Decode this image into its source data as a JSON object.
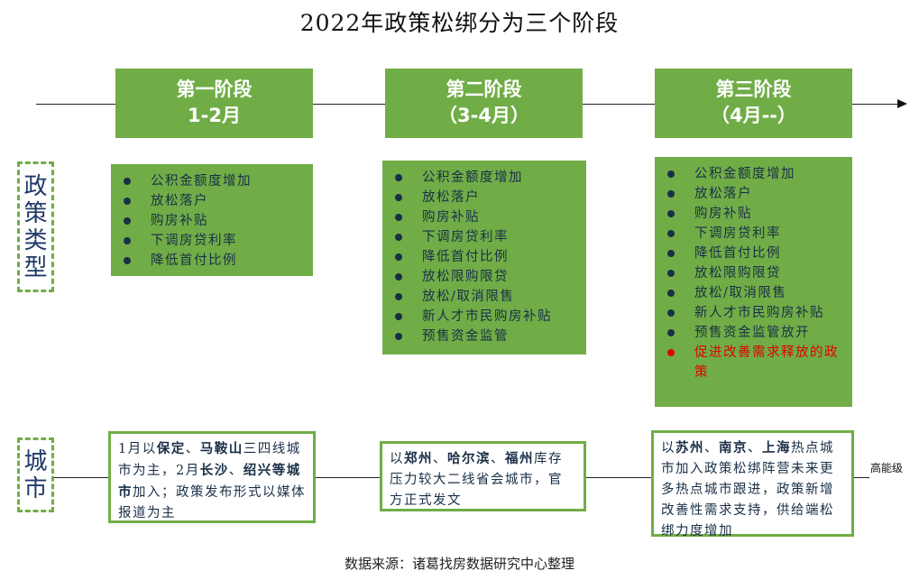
{
  "title": "2022年政策松绑分为三个阶段",
  "stages": [
    {
      "line1": "第一阶段",
      "line2": "1-2月"
    },
    {
      "line1": "第二阶段",
      "line2": "（3-4月）"
    },
    {
      "line1": "第三阶段",
      "line2": "（4月--）"
    }
  ],
  "row_labels": {
    "policy": [
      "政",
      "策",
      "类",
      "型"
    ],
    "city": [
      "城",
      "市"
    ]
  },
  "policies": [
    {
      "items": [
        "公积金额度增加",
        "放松落户",
        "购房补贴",
        "下调房贷利率",
        "降低首付比例"
      ]
    },
    {
      "items": [
        "公积金额度增加",
        "放松落户",
        "购房补贴",
        "下调房贷利率",
        "降低首付比例",
        "放松限购限贷",
        "放松/取消限售",
        "新人才市民购房补贴",
        "预售资金监管"
      ]
    },
    {
      "items": [
        "公积金额度增加",
        "放松落户",
        "购房补贴",
        "下调房贷利率",
        "降低首付比例",
        "放松限购限贷",
        "放松/取消限售",
        "新人才市民购房补贴",
        "预售资金监管放开"
      ],
      "highlight": "促进改善需求释放的政策",
      "highlight_color": "#e00000"
    }
  ],
  "cities": [
    {
      "p1": "1月以",
      "b1": "保定",
      "p2": "、",
      "b2": "马鞍山",
      "p3": "三四线城市为主，2月",
      "b3": "长沙",
      "p4": "、",
      "b4": "绍兴等城市",
      "p5": "加入；政策发布形式以媒体报道为主"
    },
    {
      "p1": "以",
      "b1": "郑州",
      "p2": "、",
      "b2": "哈尔滨",
      "p3": "、",
      "b3": "福州",
      "p4": "库存压力较大二线省会城市，官方正式发文"
    },
    {
      "p1": "以",
      "b1": "苏州",
      "p2": "、",
      "b2": "南京",
      "p3": "、",
      "b3": "上海",
      "p4": "热点城市加入政策松绑阵营未来更多热点城市跟进，政策新增改善性需求支持，供给端松绑力度增加"
    }
  ],
  "city_axis_label": "高能级",
  "source": "数据来源：诸葛找房数据研究中心整理",
  "colors": {
    "accent_green": "#70ad47",
    "text_navy": "#1a2f47",
    "highlight_red": "#e00000"
  }
}
